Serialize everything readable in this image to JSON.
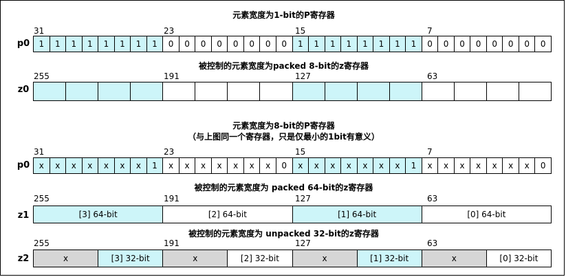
{
  "titles": {
    "t1": "元素宽度为1-bit的P寄存器",
    "t2": "被控制的元素宽度为packed 8-bit的z寄存器",
    "t3a": "元素宽度为8-bit的P寄存器",
    "t3b": "（与上图同一个寄存器，只是仅最小的1bit有意义）",
    "t4": "被控制的元素宽度为 packed 64-bit的z寄存器",
    "t5": "被控制的元素宽度为 unpacked 32-bit的z寄存器"
  },
  "registers": {
    "p0a": {
      "name": "p0",
      "bit_labels": [
        "31",
        "23",
        "15",
        "7"
      ],
      "cells": [
        "1",
        "1",
        "1",
        "1",
        "1",
        "1",
        "1",
        "1",
        "0",
        "0",
        "0",
        "0",
        "0",
        "0",
        "0",
        "0",
        "1",
        "1",
        "1",
        "1",
        "1",
        "1",
        "1",
        "1",
        "0",
        "0",
        "0",
        "0",
        "0",
        "0",
        "0",
        "0"
      ],
      "colors": [
        "blue",
        "blue",
        "blue",
        "blue",
        "blue",
        "blue",
        "blue",
        "blue",
        "white",
        "white",
        "white",
        "white",
        "white",
        "white",
        "white",
        "white",
        "blue",
        "blue",
        "blue",
        "blue",
        "blue",
        "blue",
        "blue",
        "blue",
        "white",
        "white",
        "white",
        "white",
        "white",
        "white",
        "white",
        "white"
      ]
    },
    "z0": {
      "name": "z0",
      "bit_labels": [
        "255",
        "191",
        "127",
        "63"
      ],
      "cells": [
        "",
        "",
        "",
        "",
        "",
        "",
        "",
        "",
        "",
        "",
        "",
        "",
        "",
        "",
        "",
        ""
      ],
      "colors": [
        "blue",
        "blue",
        "blue",
        "blue",
        "white",
        "white",
        "white",
        "white",
        "blue",
        "blue",
        "blue",
        "blue",
        "white",
        "white",
        "white",
        "white"
      ]
    },
    "p0b": {
      "name": "p0",
      "bit_labels": [
        "31",
        "23",
        "15",
        "7"
      ],
      "cells": [
        "x",
        "x",
        "x",
        "x",
        "x",
        "x",
        "x",
        "1",
        "x",
        "x",
        "x",
        "x",
        "x",
        "x",
        "x",
        "0",
        "x",
        "x",
        "x",
        "x",
        "x",
        "x",
        "x",
        "1",
        "x",
        "x",
        "x",
        "x",
        "x",
        "x",
        "x",
        "0"
      ],
      "colors": [
        "blue",
        "blue",
        "blue",
        "blue",
        "blue",
        "blue",
        "blue",
        "blue",
        "white",
        "white",
        "white",
        "white",
        "white",
        "white",
        "white",
        "white",
        "blue",
        "blue",
        "blue",
        "blue",
        "blue",
        "blue",
        "blue",
        "blue",
        "white",
        "white",
        "white",
        "white",
        "white",
        "white",
        "white",
        "white"
      ]
    },
    "z1": {
      "name": "z1",
      "bit_labels": [
        "255",
        "191",
        "127",
        "63"
      ],
      "cells": [
        "[3] 64-bit",
        "[2] 64-bit",
        "[1] 64-bit",
        "[0] 64-bit"
      ],
      "colors": [
        "blue",
        "white",
        "blue",
        "white"
      ]
    },
    "z2": {
      "name": "z2",
      "bit_labels": [
        "255",
        "191",
        "127",
        "63"
      ],
      "cells": [
        "x",
        "[3] 32-bit",
        "x",
        "[2] 32-bit",
        "x",
        "[1] 32-bit",
        "x",
        "[0] 32-bit"
      ],
      "colors": [
        "gray",
        "blue",
        "gray",
        "white",
        "gray",
        "blue",
        "gray",
        "white"
      ]
    }
  }
}
